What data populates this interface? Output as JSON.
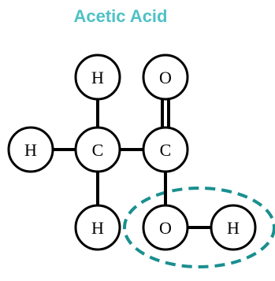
{
  "title": "Acetic Acid",
  "colors": {
    "title": "#4ec1c6",
    "highlight": "#1a8f8f",
    "atom_stroke": "#000000",
    "atom_fill": "#ffffff",
    "bond": "#000000"
  },
  "atoms": [
    {
      "id": "h_top_left",
      "label": "H"
    },
    {
      "id": "o_top",
      "label": "O"
    },
    {
      "id": "h_left",
      "label": "H"
    },
    {
      "id": "c_left",
      "label": "C"
    },
    {
      "id": "c_right",
      "label": "C"
    },
    {
      "id": "h_bottom_left",
      "label": "H"
    },
    {
      "id": "o_hydroxyl",
      "label": "O"
    },
    {
      "id": "h_hydroxyl",
      "label": "H"
    }
  ],
  "bonds": [
    {
      "from": "h_top_left",
      "to": "c_left",
      "order": 1
    },
    {
      "from": "h_left",
      "to": "c_left",
      "order": 1
    },
    {
      "from": "c_left",
      "to": "c_right",
      "order": 1
    },
    {
      "from": "c_left",
      "to": "h_bottom_left",
      "order": 1
    },
    {
      "from": "c_right",
      "to": "o_top",
      "order": 2
    },
    {
      "from": "c_right",
      "to": "o_hydroxyl",
      "order": 1
    },
    {
      "from": "o_hydroxyl",
      "to": "h_hydroxyl",
      "order": 1
    }
  ],
  "highlight_group": [
    "o_hydroxyl",
    "h_hydroxyl"
  ]
}
